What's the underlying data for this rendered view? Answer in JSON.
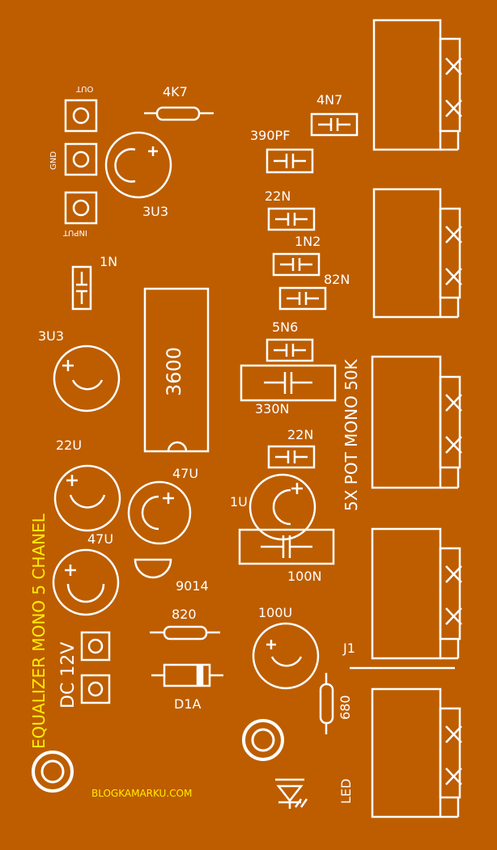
{
  "colors": {
    "board": "#bd5d00",
    "silkscreen": "#ffffff",
    "title_text": "#ffee00"
  },
  "labels": {
    "out": "OUT",
    "gnd": "GND",
    "input": "INPUT",
    "r_4k7": "4K7",
    "c_3u3_top": "3U3",
    "c_1n": "1N",
    "c_3u3_left": "3U3",
    "ic": "3600",
    "c_4n7": "4N7",
    "c_390pf": "390PF",
    "c_22n_top": "22N",
    "c_1n2": "1N2",
    "c_82n": "82N",
    "c_5n6": "5N6",
    "c_330n": "330N",
    "c_22n_mid": "22N",
    "c_1u": "1U",
    "c_100n": "100N",
    "c_22u": "22U",
    "c_47u_right": "47U",
    "c_47u_left": "47U",
    "q_9014": "9014",
    "r_820": "820",
    "d1a": "D1A",
    "c_100u": "100U",
    "r_680": "680",
    "j1": "J1",
    "led": "LED",
    "dc_12v": "DC 12V",
    "pots": "5X POT MONO 50K"
  },
  "title": "EQUALIZER MONO 5 CHANEL",
  "website": "BLOGKAMARKU.COM"
}
